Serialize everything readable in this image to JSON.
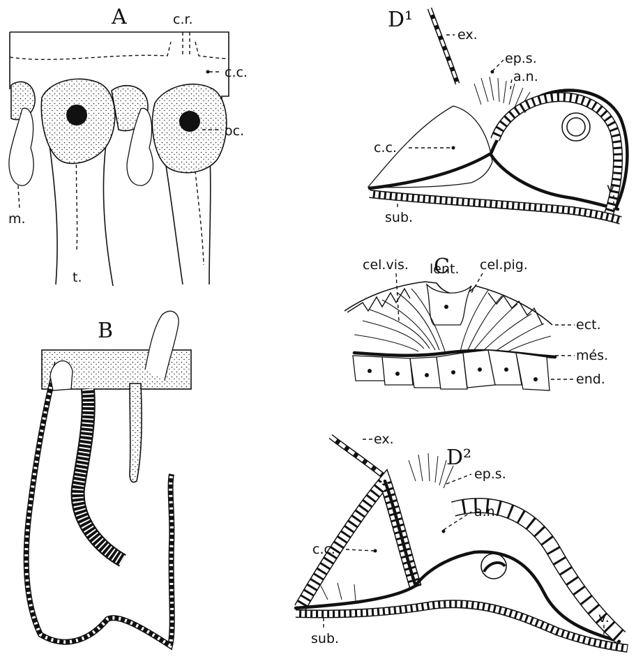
{
  "figure": {
    "panels": {
      "A": {
        "letter": "A",
        "labels": {
          "cr": "c.r.",
          "cc": "c.c.",
          "oc": "oc.",
          "m": "m.",
          "t": "t."
        }
      },
      "B": {
        "letter": "B"
      },
      "C": {
        "letter": "C",
        "labels": {
          "celvis": "cel.vis.",
          "lent": "lent.",
          "celpig": "cel.pig.",
          "ect": "ect.",
          "mes": "més.",
          "end": "end."
        }
      },
      "D1": {
        "letter": "D¹",
        "labels": {
          "ex": "ex.",
          "eps": "ep.s.",
          "an": "a.n.",
          "cc": "c.c.",
          "v": "v.",
          "sub": "sub."
        }
      },
      "D2": {
        "letter": "D²",
        "labels": {
          "ex": "ex.",
          "eps": "ep.s.",
          "an": "a.n.",
          "cc": "c.c.",
          "v": "v.",
          "sub": "sub."
        }
      }
    }
  }
}
